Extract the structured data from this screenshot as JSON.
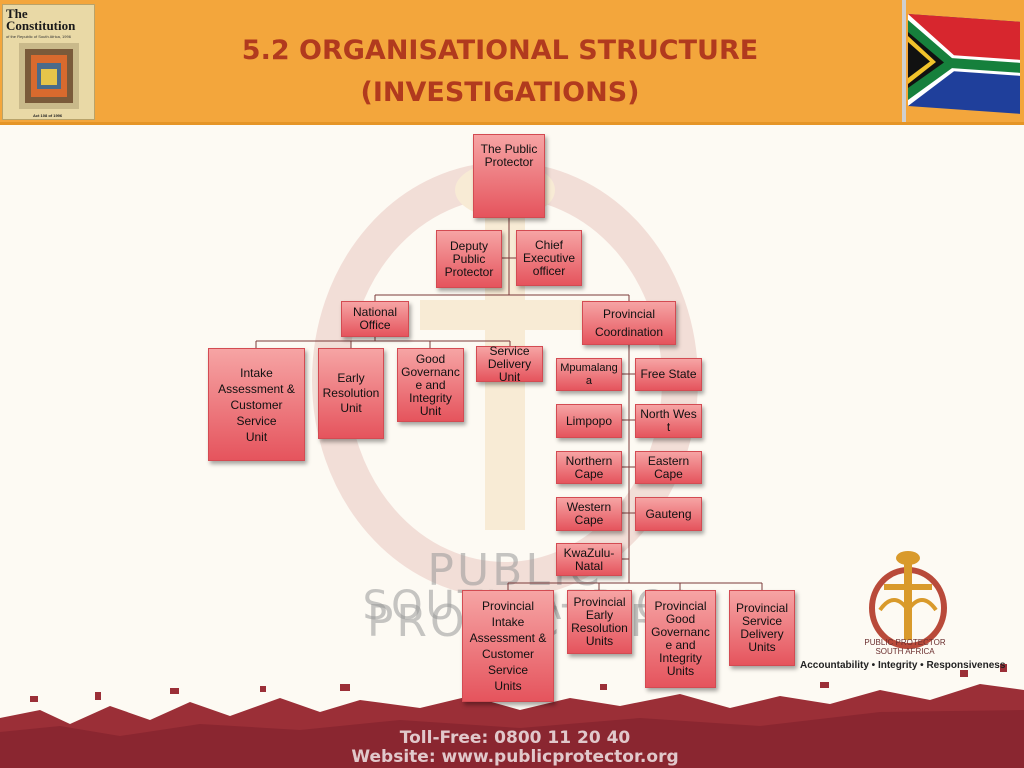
{
  "header": {
    "title_line1": "5.2 ORGANISATIONAL STRUCTURE",
    "title_line2": "(INVESTIGATIONS)",
    "book_title": "The\nConstitution",
    "book_subtitle": "of the Republic of South Africa, 1996",
    "book_act": "Act 108 of 1996"
  },
  "org": {
    "public_protector": "The Public\nProtector",
    "deputy": "Deputy\nPublic\nProtector",
    "ceo": "Chief\nExecutive\nofficer",
    "national_office": "National\nOffice",
    "provincial_coordination": "Provincial\nCoordination",
    "intake": "Intake\nAssessment &\nCustomer\nService\nUnit",
    "early_resolution": "Early\nResolution\nUnit",
    "good_governance": "Good\nGovernanc\ne and\nIntegrity\nUnit",
    "service_delivery": "Service\nDelivery\nUnit",
    "provinces": {
      "mpumalanga": "Mpumalang\na",
      "free_state": "Free State",
      "limpopo": "Limpopo",
      "north_west": "North West",
      "northern_cape": "Northern\nCape",
      "eastern_cape": "Eastern\nCape",
      "western_cape": "Western\nCape",
      "gauteng": "Gauteng",
      "kwazulu_natal": "KwaZulu-\nNatal"
    },
    "prov_intake": "Provincial\nIntake\nAssessment &\nCustomer\nService\nUnits",
    "prov_early": "Provincial\nEarly\nResolution\nUnits",
    "prov_governance": "Provincial\nGood\nGovernanc\ne and\nIntegrity\nUnits",
    "prov_service": "Provincial\nService\nDelivery\nUnits"
  },
  "watermark": {
    "line1": "PUBLIC PROTECTOR",
    "line2": "SOUTH AFRICA"
  },
  "logo": {
    "text": "PUBLIC PROTECTOR\nSOUTH AFRICA",
    "motto": "Accountability • Integrity • Responsiveness"
  },
  "footer": {
    "tollfree": "Toll-Free: 0800 11 20 40",
    "website": "Website: www.publicprotector.org"
  },
  "colors": {
    "header_bg": "#f3a63c",
    "title": "#b13a1e",
    "box_top": "#f6a4a4",
    "box_bottom": "#e5545d",
    "footer": "#9b2f37"
  }
}
